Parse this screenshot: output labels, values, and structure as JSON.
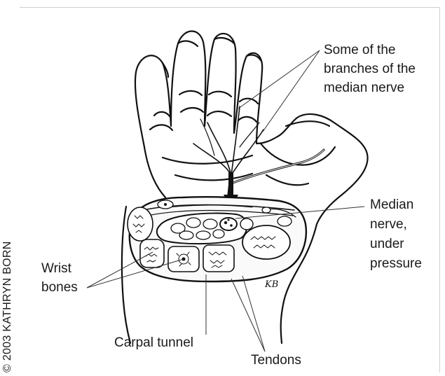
{
  "labels": {
    "branches_line1": "Some of the",
    "branches_line2": "branches of the",
    "branches_line3": "median nerve",
    "median_line1": "Median",
    "median_line2": "nerve,",
    "median_line3": "under",
    "median_line4": "pressure",
    "wrist_line1": "Wrist",
    "wrist_line2": "bones",
    "carpal": "Carpal tunnel",
    "tendons": "Tendons"
  },
  "copyright": "© 2003 KATHRYN BORN",
  "signature": "KB"
}
